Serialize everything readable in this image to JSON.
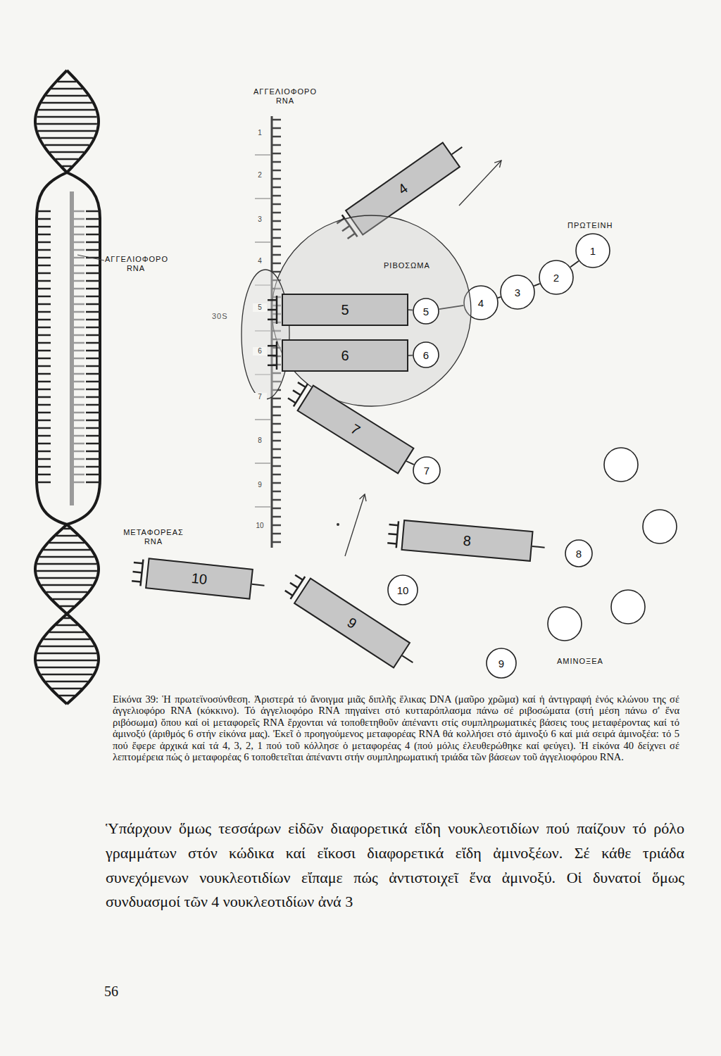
{
  "diagram": {
    "caption": "Εἰκόνα 39: Ἡ πρωτεϊνοσύνθεση. Ἀριστερά τό ἄνοιγμα μιᾶς διπλῆς ἕλικας DNA (μαῦρο χρῶμα) καί ἡ ἀντιγραφή ἑνός κλώνου της σέ ἀγγελιοφόρο RNA (κόκκινο). Τό ἀγγελιοφόρο RNA πηγαίνει στό κυτταρόπλασμα πάνω σέ ριβοσώματα (στή μέση πάνω σ' ἕνα ριβόσωμα) ὅπου καί οἱ μεταφορεῖς RNA ἔρχονται νά τοποθετηθοῦν ἀπέναντι στίς συμπληρωματικές βάσεις τους μεταφέροντας καί τό ἀμινοξύ (ἀριθμός 6 στήν εἰκόνα μας). Ἐκεῖ ὁ προηγούμενος μεταφορέας RNA θά κολλήσει στό ἀμινοξύ 6 καί μιά σειρά ἀμινοξέα: τό 5 πού ἔφερε ἀρχικά καί τά 4, 3, 2, 1 πού τοῦ κόλλησε ὁ μεταφορέας 4 (πού μόλις ἐλευθερώθηκε καί φεύγει). Ἡ εἰκόνα 40 δείχνει σέ λεπτομέρεια πώς ὁ μεταφορέας 6 τοποθετεῖται ἀπέναντι στήν συμπληρωματική τριάδα τῶν βάσεων τοῦ ἀγγελιοφόρου RNA.",
    "nodes": [
      {
        "text": [
          "4"
        ]
      },
      {
        "text": [
          "1"
        ]
      },
      {
        "text": [
          "2"
        ]
      },
      {
        "text": [
          "3"
        ]
      },
      {
        "text": [
          "4"
        ]
      },
      {
        "text": [
          "ΡΙΒΟΣΩΜΑ"
        ]
      },
      {
        "text": [
          "5"
        ],
        "in": 5
      },
      {
        "text": [
          "5"
        ],
        "in": 5
      },
      {
        "text": [
          "6"
        ],
        "in": 5
      },
      {
        "text": [
          "6"
        ],
        "in": 5
      },
      {
        "text": [
          "7"
        ]
      },
      {
        "text": [
          "7"
        ]
      },
      {
        "text": [
          "8"
        ]
      },
      {
        "text": [
          "8"
        ]
      },
      {
        "text": [
          "10"
        ]
      },
      {
        "text": [
          "10"
        ]
      },
      {
        "text": [
          "9"
        ]
      },
      {
        "text": [
          "9"
        ]
      }
    ],
    "edges": [
      {
        "from": 1,
        "to": 2,
        "arrow": "none"
      },
      {
        "from": 2,
        "to": 3,
        "arrow": "none"
      },
      {
        "from": 3,
        "to": 4,
        "arrow": "none"
      },
      {
        "from": 4,
        "to": 7,
        "arrow": "none"
      },
      {
        "from": 6,
        "to": 7,
        "arrow": "none"
      },
      {
        "from": 8,
        "to": 9,
        "arrow": "none"
      },
      {
        "from": 10,
        "to": 11,
        "arrow": "none"
      }
    ],
    "labels": [
      "ΑΓΓΕΛΙΟΦΟΡΟ RNA",
      "ΑΓΓΕΛΙΟΦΟΡΟ RNA",
      "30S",
      "ΠΡΩΤΕΙΝΗ",
      "ΜΕΤΑΦΟΡΕΑΣ RNA",
      "ΑΜΙΝΟΞΕΑ",
      "1",
      "2",
      "3",
      "4",
      "5",
      "6",
      "7",
      "8",
      "9",
      "10",
      "Ὑπάρχουν ὅμως τεσσάρων εἰδῶν διαφορετικά εἴδη νουκλεοτιδίων πού παίζουν τό ρόλο γραμμάτων στόν κώδικα καί εἴκοσι διαφορετικά εἴδη ἀμινοξέων. Σέ κάθε τριάδα συνεχόμενων νουκλεοτιδίων εἴπαμε πώς ἀντιστοιχεῖ ἕνα ἀμινοξύ. Οἱ δυνατοί ὅμως συνδυασμοί τῶν 4 νουκλεοτιδίων ἀνά 3",
      "56"
    ]
  }
}
